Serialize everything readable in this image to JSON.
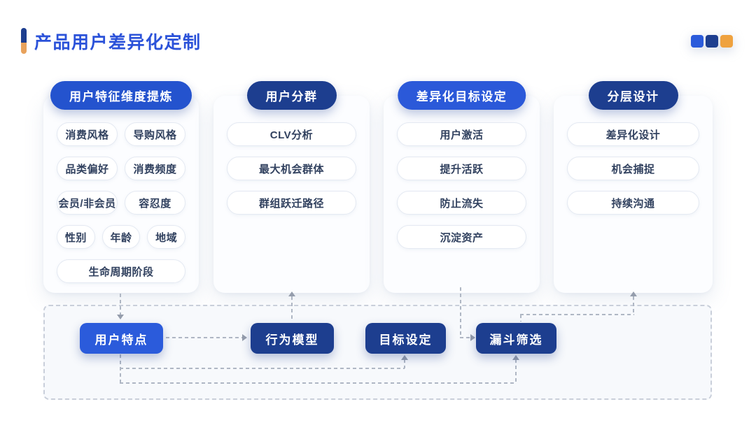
{
  "title": "产品用户差异化定制",
  "colors": {
    "title_blue": "#2B52D9",
    "accent_blue": "#2B5BDB",
    "navy": "#1D3E8F",
    "orange": "#EFA23F"
  },
  "deco_squares": [
    "#2B5BDB",
    "#1D3E8F",
    "#EFA23F"
  ],
  "columns": [
    {
      "header": "用户特征维度提炼",
      "header_color": "#2453CE",
      "rows": [
        [
          "消费风格",
          "导购风格"
        ],
        [
          "品类偏好",
          "消费频度"
        ],
        [
          "会员/非会员",
          "容忍度"
        ],
        [
          "性别",
          "年龄",
          "地域"
        ],
        [
          "生命周期阶段"
        ]
      ]
    },
    {
      "header": "用户分群",
      "header_color": "#1D3E8F",
      "rows": [
        [
          "CLV分析"
        ],
        [
          "最大机会群体"
        ],
        [
          "群组跃迁路径"
        ]
      ]
    },
    {
      "header": "差异化目标设定",
      "header_color": "#2B59D9",
      "rows": [
        [
          "用户激活"
        ],
        [
          "提升活跃"
        ],
        [
          "防止流失"
        ],
        [
          "沉淀资产"
        ]
      ]
    },
    {
      "header": "分层设计",
      "header_color": "#1D3E8F",
      "rows": [
        [
          "差异化设计"
        ],
        [
          "机会捕捉"
        ],
        [
          "持续沟通"
        ]
      ]
    }
  ],
  "flow": {
    "buttons": [
      {
        "label": "用户特点",
        "color": "#2B5BDB"
      },
      {
        "label": "行为模型",
        "color": "#1D3E8F"
      },
      {
        "label": "目标设定",
        "color": "#1D3E8F"
      },
      {
        "label": "漏斗筛选",
        "color": "#1D3E8F"
      }
    ]
  }
}
